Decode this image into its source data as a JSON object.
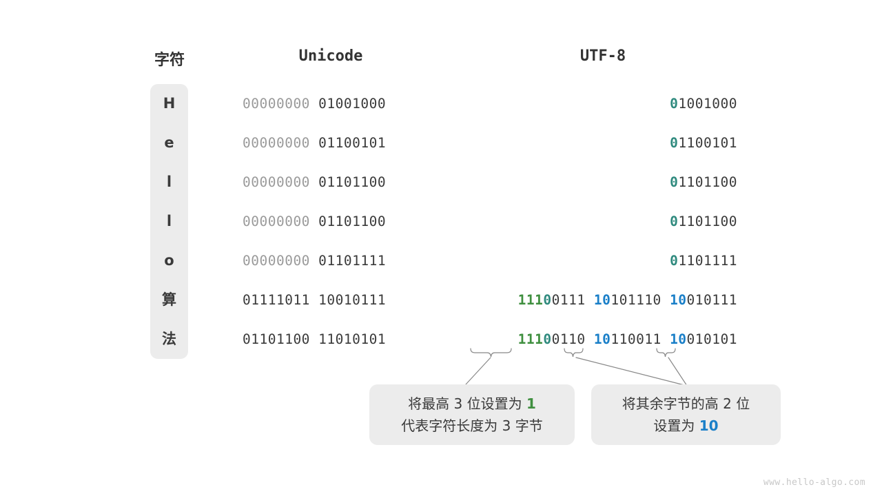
{
  "headers": {
    "char": "字符",
    "unicode": "Unicode",
    "utf8": "UTF-8"
  },
  "colors": {
    "panel": "#ececec",
    "text": "#3a3a3a",
    "dim": "#9a9a9a",
    "teal": "#2f8a7e",
    "green": "#3f8f3f",
    "blue": "#1a7fc8",
    "watermark": "#c8c8c8"
  },
  "rows": [
    {
      "char": "H",
      "unicode": {
        "byte1": "00000000",
        "byte1_style": "dim",
        "byte2": "01001000",
        "byte2_style": "dark"
      },
      "utf8": [
        {
          "prefix": "0",
          "prefix_style": "teal",
          "rest": "1001000"
        }
      ]
    },
    {
      "char": "e",
      "unicode": {
        "byte1": "00000000",
        "byte1_style": "dim",
        "byte2": "01100101",
        "byte2_style": "dark"
      },
      "utf8": [
        {
          "prefix": "0",
          "prefix_style": "teal",
          "rest": "1100101"
        }
      ]
    },
    {
      "char": "l",
      "unicode": {
        "byte1": "00000000",
        "byte1_style": "dim",
        "byte2": "01101100",
        "byte2_style": "dark"
      },
      "utf8": [
        {
          "prefix": "0",
          "prefix_style": "teal",
          "rest": "1101100"
        }
      ]
    },
    {
      "char": "l",
      "unicode": {
        "byte1": "00000000",
        "byte1_style": "dim",
        "byte2": "01101100",
        "byte2_style": "dark"
      },
      "utf8": [
        {
          "prefix": "0",
          "prefix_style": "teal",
          "rest": "1101100"
        }
      ]
    },
    {
      "char": "o",
      "unicode": {
        "byte1": "00000000",
        "byte1_style": "dim",
        "byte2": "01101111",
        "byte2_style": "dark"
      },
      "utf8": [
        {
          "prefix": "0",
          "prefix_style": "teal",
          "rest": "1101111"
        }
      ]
    },
    {
      "char": "算",
      "unicode": {
        "byte1": "01111011",
        "byte1_style": "dark",
        "byte2": "10010111",
        "byte2_style": "dark"
      },
      "utf8": [
        {
          "prefix": "111",
          "prefix_style": "green",
          "prefix2": "0",
          "prefix2_style": "teal",
          "rest": "0111"
        },
        {
          "prefix": "10",
          "prefix_style": "blue",
          "rest": "101110"
        },
        {
          "prefix": "10",
          "prefix_style": "blue",
          "rest": "010111"
        }
      ]
    },
    {
      "char": "法",
      "unicode": {
        "byte1": "01101100",
        "byte1_style": "dark",
        "byte2": "11010101",
        "byte2_style": "dark"
      },
      "utf8": [
        {
          "prefix": "111",
          "prefix_style": "green",
          "prefix2": "0",
          "prefix2_style": "teal",
          "rest": "0110"
        },
        {
          "prefix": "10",
          "prefix_style": "blue",
          "rest": "110011"
        },
        {
          "prefix": "10",
          "prefix_style": "blue",
          "rest": "010101"
        }
      ]
    }
  ],
  "callouts": [
    {
      "line1_pre": "将最高 3 位设置为 ",
      "line1_hl": "1",
      "line1_hl_style": "green",
      "line2": "代表字符长度为 3 字节"
    },
    {
      "line1": "将其余字节的高 2 位",
      "line2_pre": "设置为 ",
      "line2_hl": "10",
      "line2_hl_style": "blue"
    }
  ],
  "watermark": "www.hello-algo.com"
}
